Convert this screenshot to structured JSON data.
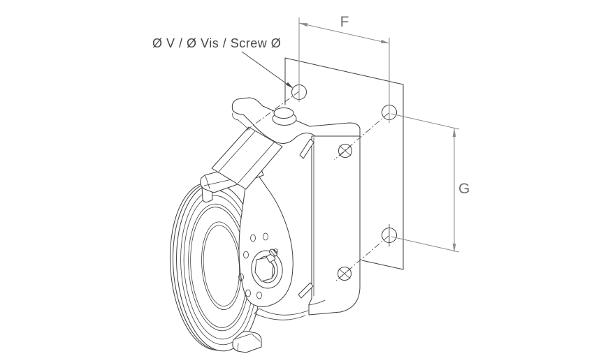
{
  "drawing": {
    "labels": {
      "screw_note": "Ø V / Ø Vis / Screw Ø",
      "dim_width": "F",
      "dim_height": "G"
    },
    "colors": {
      "outline": "#3d3d3d",
      "dimension_line": "#8a8a8a",
      "dimension_text": "#6f6f6f",
      "note_text": "#474747",
      "background": "#ffffff"
    },
    "holes": {
      "wall_plate_visible": 3,
      "bracket_visible": 2
    }
  }
}
